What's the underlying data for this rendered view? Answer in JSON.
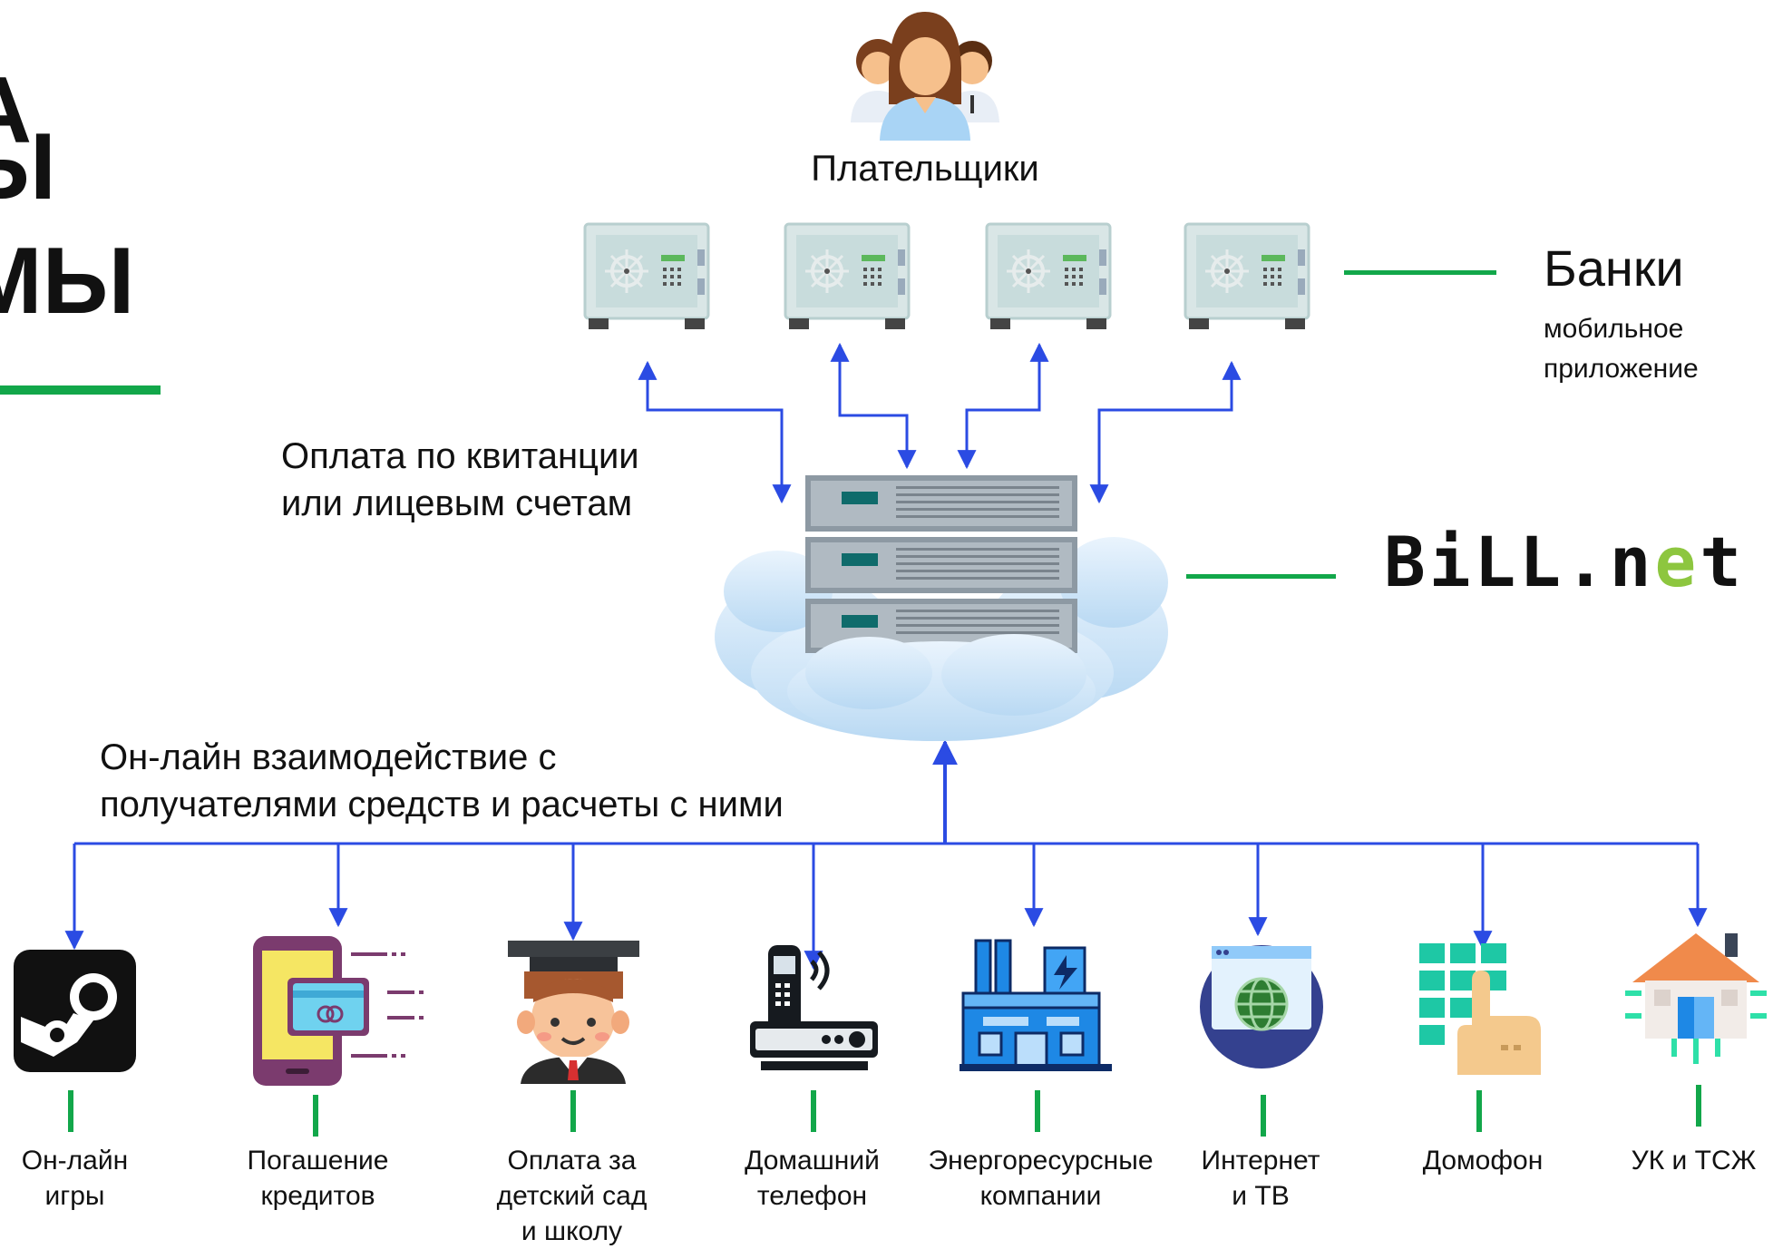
{
  "heading": {
    "line1": "А",
    "line2": "Ы",
    "line3": "МЫ"
  },
  "payers": {
    "label": "Плательщики",
    "icon": "people-group-icon"
  },
  "banks": {
    "title": "Банки",
    "subtitle_line1": "мобильное",
    "subtitle_line2": "приложение",
    "icon": "bank-safe-icon"
  },
  "payment_note": {
    "line1": "Оплата по квитанции",
    "line2": "или лицевым счетам"
  },
  "logo": {
    "text_main": "BiLL.n",
    "text_accent": "e",
    "text_end": "t",
    "icon": "server-cloud-icon"
  },
  "online_note": {
    "line1": "Он-лайн взаимодействие с",
    "line2": "получателями средств и расчеты с ними"
  },
  "recipients": [
    {
      "icon": "game-controller-icon",
      "line1": "Он-лайн",
      "line2": "игры",
      "line3": ""
    },
    {
      "icon": "credit-payment-icon",
      "line1": "Погашение",
      "line2": "кредитов",
      "line3": ""
    },
    {
      "icon": "graduate-student-icon",
      "line1": "Оплата за",
      "line2": "детский сад",
      "line3": "и школу"
    },
    {
      "icon": "home-phone-icon",
      "line1": "Домашний",
      "line2": "телефон",
      "line3": ""
    },
    {
      "icon": "power-plant-icon",
      "line1": "Энергоресурсные",
      "line2": "компании",
      "line3": ""
    },
    {
      "icon": "internet-globe-icon",
      "line1": "Интернет",
      "line2": "и ТВ",
      "line3": ""
    },
    {
      "icon": "intercom-keypad-icon",
      "line1": "Домофон",
      "line2": "",
      "line3": ""
    },
    {
      "icon": "smart-house-icon",
      "line1": "УК и ТСЖ",
      "line2": "",
      "line3": ""
    }
  ],
  "colors": {
    "accent_green": "#12a74a",
    "arrow_blue": "#2b4be3",
    "logo_green": "#8dc63f"
  }
}
